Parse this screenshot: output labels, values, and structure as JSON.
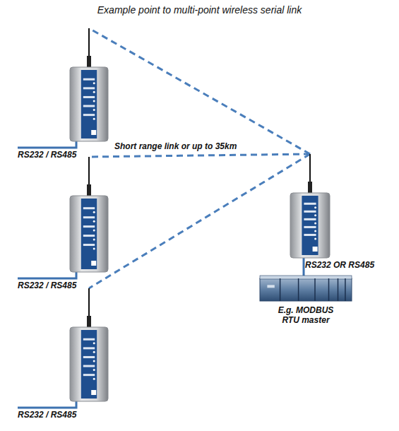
{
  "diagram": {
    "title": "Example point to multi-point wireless serial link",
    "nodes": [
      {
        "text": [
          "RS232 / RS485"
        ]
      },
      {
        "text": [
          "RS232 / RS485"
        ]
      },
      {
        "text": [
          "RS232 / RS485"
        ]
      },
      {
        "text": [
          "RS232 OR RS485"
        ]
      },
      {
        "text": [
          "E.g. MODBUS RTU master"
        ]
      }
    ],
    "edges": [
      {
        "from": 3,
        "to": 0,
        "arrow": "none"
      },
      {
        "from": 3,
        "to": 1,
        "label": "Short range link or up to 35km",
        "arrow": "none"
      },
      {
        "from": 3,
        "to": 2,
        "arrow": "none"
      },
      {
        "from": 3,
        "to": 4,
        "arrow": "none"
      }
    ]
  }
}
